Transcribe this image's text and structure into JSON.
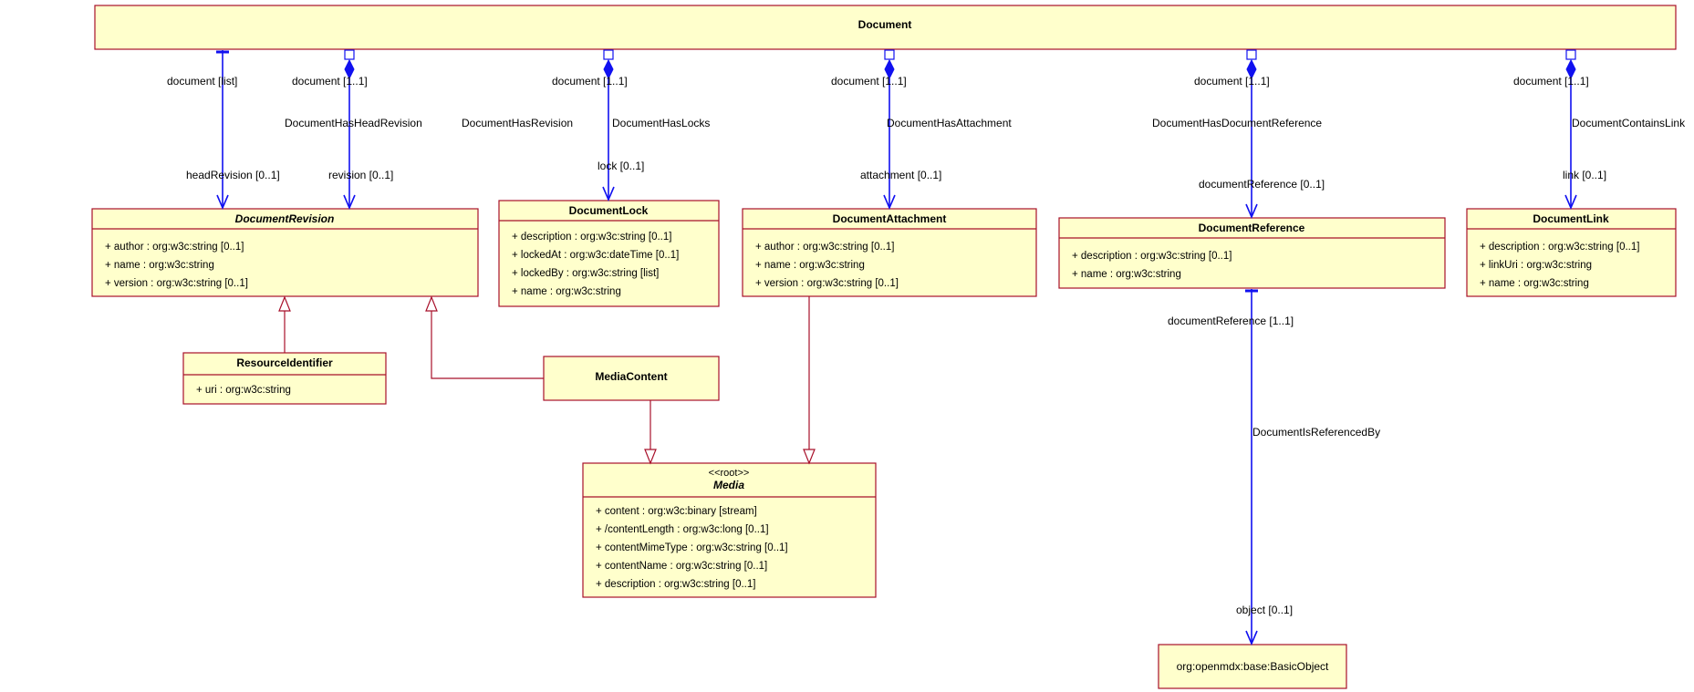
{
  "classes": {
    "document": {
      "name": "Document"
    },
    "document_revision": {
      "name": "DocumentRevision",
      "attributes": [
        "+ author : org:w3c:string [0..1]",
        "+ name : org:w3c:string",
        "+ version : org:w3c:string [0..1]"
      ]
    },
    "document_lock": {
      "name": "DocumentLock",
      "attributes": [
        "+ description : org:w3c:string [0..1]",
        "+ lockedAt : org:w3c:dateTime [0..1]",
        "+ lockedBy : org:w3c:string [list]",
        "+ name : org:w3c:string"
      ]
    },
    "document_attachment": {
      "name": "DocumentAttachment",
      "attributes": [
        "+ author : org:w3c:string [0..1]",
        "+ name : org:w3c:string",
        "+ version : org:w3c:string [0..1]"
      ]
    },
    "document_reference": {
      "name": "DocumentReference",
      "attributes": [
        "+ description : org:w3c:string [0..1]",
        "+ name : org:w3c:string"
      ]
    },
    "document_link": {
      "name": "DocumentLink",
      "attributes": [
        "+ description : org:w3c:string [0..1]",
        "+ linkUri : org:w3c:string",
        "+ name : org:w3c:string"
      ]
    },
    "resource_identifier": {
      "name": "ResourceIdentifier",
      "attributes": [
        "+ uri : org:w3c:string"
      ]
    },
    "media_content": {
      "name": "MediaContent"
    },
    "media": {
      "stereotype": "<<root>>",
      "name": "Media",
      "attributes": [
        "+ content : org:w3c:binary [stream]",
        "+ /contentLength : org:w3c:long [0..1]",
        "+ contentMimeType : org:w3c:string [0..1]",
        "+ contentName : org:w3c:string [0..1]",
        "+ description : org:w3c:string [0..1]"
      ]
    },
    "basic_object": {
      "name": "org:openmdx:base:BasicObject"
    }
  },
  "associations": {
    "head_revision": {
      "source_role": "document [list]",
      "target_role": "headRevision [0..1]"
    },
    "has_head_revision": {
      "source_role": "document  [1..1]",
      "name": "DocumentHasHeadRevision",
      "target_role": "revision [0..1]"
    },
    "has_revision": {
      "name": "DocumentHasRevision"
    },
    "has_locks": {
      "source_role": "document  [1..1]",
      "name": "DocumentHasLocks",
      "target_role": "lock [0..1]"
    },
    "has_attachment": {
      "source_role": "document  [1..1]",
      "name": "DocumentHasAttachment",
      "target_role": "attachment [0..1]"
    },
    "has_document_reference": {
      "source_role": "document  [1..1]",
      "name": "DocumentHasDocumentReference",
      "target_role": "documentReference [0..1]"
    },
    "contains_link": {
      "source_role": "document  [1..1]",
      "name": "DocumentContainsLink",
      "target_role": "link [0..1]"
    },
    "is_referenced_by": {
      "source_role": "documentReference [1..1]",
      "name": "DocumentIsReferencedBy",
      "target_role": "object [0..1]"
    }
  },
  "colors": {
    "class_fill": "#ffffcc",
    "class_border": "#a8102a",
    "association": "#1010f0"
  }
}
